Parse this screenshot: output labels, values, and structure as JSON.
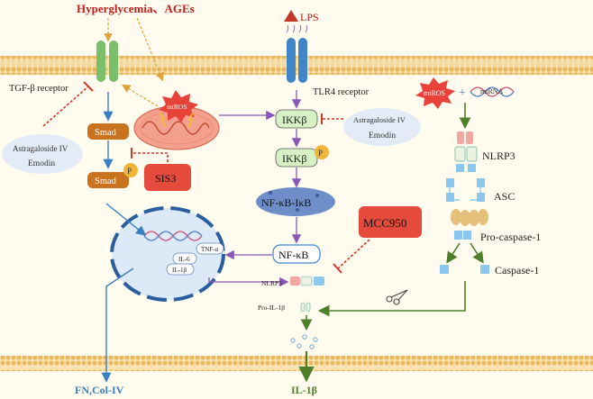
{
  "colors": {
    "membrane_head": "#f3c36a",
    "membrane_tail": "#f6d79a",
    "cytoplasm": "#fffaea",
    "receptor_green": "#7bbf6a",
    "receptor_blue": "#3f86c9",
    "smad_fill": "#c9731f",
    "phospho": "#f2b53a",
    "ikk_fill": "#d8f0c6",
    "nfkb_fill": "#6f8ec9",
    "inhibitor_red": "#e54b3c",
    "arrow_purple": "#8a57b5",
    "arrow_blue": "#3b7fc3",
    "arrow_green": "#4e7f2b",
    "title_red": "#c0201a",
    "nucleus": "#dce9f6"
  },
  "labels": {
    "stimulus_top": "Hyperglycemia、AGEs",
    "lps": "LPS",
    "tgf_receptor": "TGF-β receptor",
    "tlr4_receptor": "TLR4 receptor",
    "mtros_mito": "mtROS",
    "mtros_right": "mtROS",
    "mtrna": "mtRNA",
    "plus": "+",
    "smad": "Smad",
    "smad_p": "Smad",
    "p_mark": "P",
    "p_mark_ikk": "P",
    "p_mark_smad": "P",
    "sis3": "SIS3",
    "ikkb_top": "IKKβ",
    "ikkb_p": "IKKβ",
    "nfkb_ikb": "NF-κB-IκB",
    "nfkb": "NF-κB",
    "astragaloside_left": "Astragaloside IV",
    "emodin_left": "Emodin",
    "astragaloside_mid": "Astragaloside IV",
    "emodin_mid": "Emodin",
    "mcc950": "MCC950",
    "nlrp3": "NLRP3",
    "asc": "ASC",
    "pro_caspase": "Pro-caspase-1",
    "caspase": "Caspase-1",
    "tnf": "TNF-α",
    "il6": "IL-6",
    "il1b_gene": "IL-1β",
    "nlrp3_small": "NLRP3",
    "pro_il1b": "Pro-IL-1β",
    "fn_col": "FN,Col-IV",
    "il1b_out": "IL-1β"
  }
}
